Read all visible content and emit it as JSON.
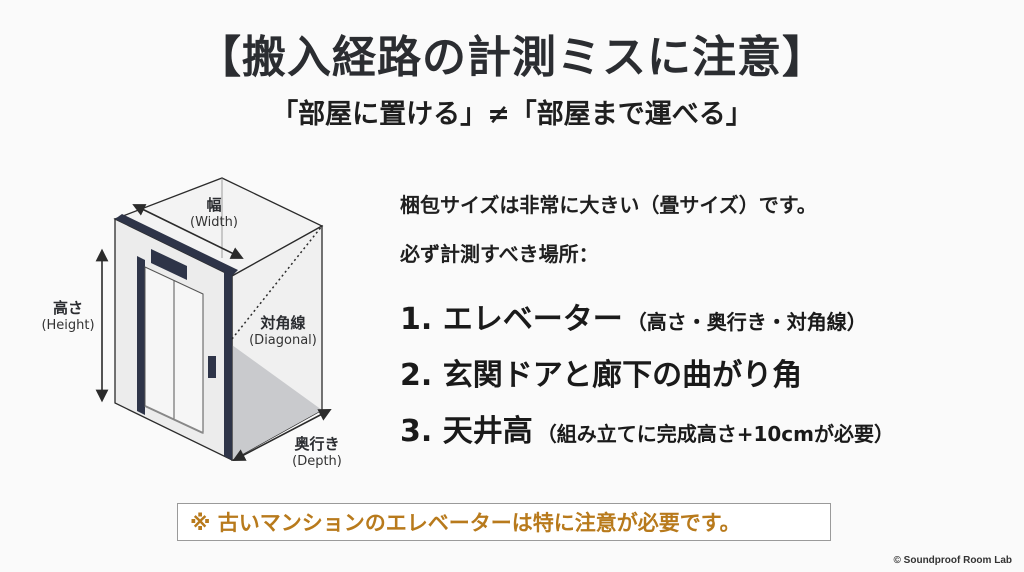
{
  "header": {
    "title": "【搬入経路の計測ミスに注意】",
    "subtitle": "「部屋に置ける」≠「部屋まで運べる」"
  },
  "diagram": {
    "colors": {
      "frame": "#2e3448",
      "wall": "#eeeeee",
      "side": "#f2f2f2",
      "floor": "#c9cacd",
      "line": "#2b2b2b"
    },
    "labels": {
      "width_jp": "幅",
      "width_en": "(Width)",
      "height_jp": "高さ",
      "height_en": "(Height)",
      "diagonal_jp": "対角線",
      "diagonal_en": "(Diagonal)",
      "depth_jp": "奥行き",
      "depth_en": "(Depth)"
    }
  },
  "content": {
    "intro": "梱包サイズは非常に大きい（畳サイズ）です。",
    "places_heading": "必ず計測すべき場所：",
    "items": [
      {
        "main": "1. エレベーター",
        "note": "（高さ・奥行き・対角線）"
      },
      {
        "main": "2. 玄関ドアと廊下の曲がり角",
        "note": ""
      },
      {
        "main": "3. 天井高",
        "note": "（組み立てに完成高さ+10cmが必要）"
      }
    ]
  },
  "warning": {
    "text": "※ 古いマンションのエレベーターは特に注意が必要です。",
    "color": "#b87a1c"
  },
  "footer": {
    "credit": "© Soundproof Room Lab"
  }
}
